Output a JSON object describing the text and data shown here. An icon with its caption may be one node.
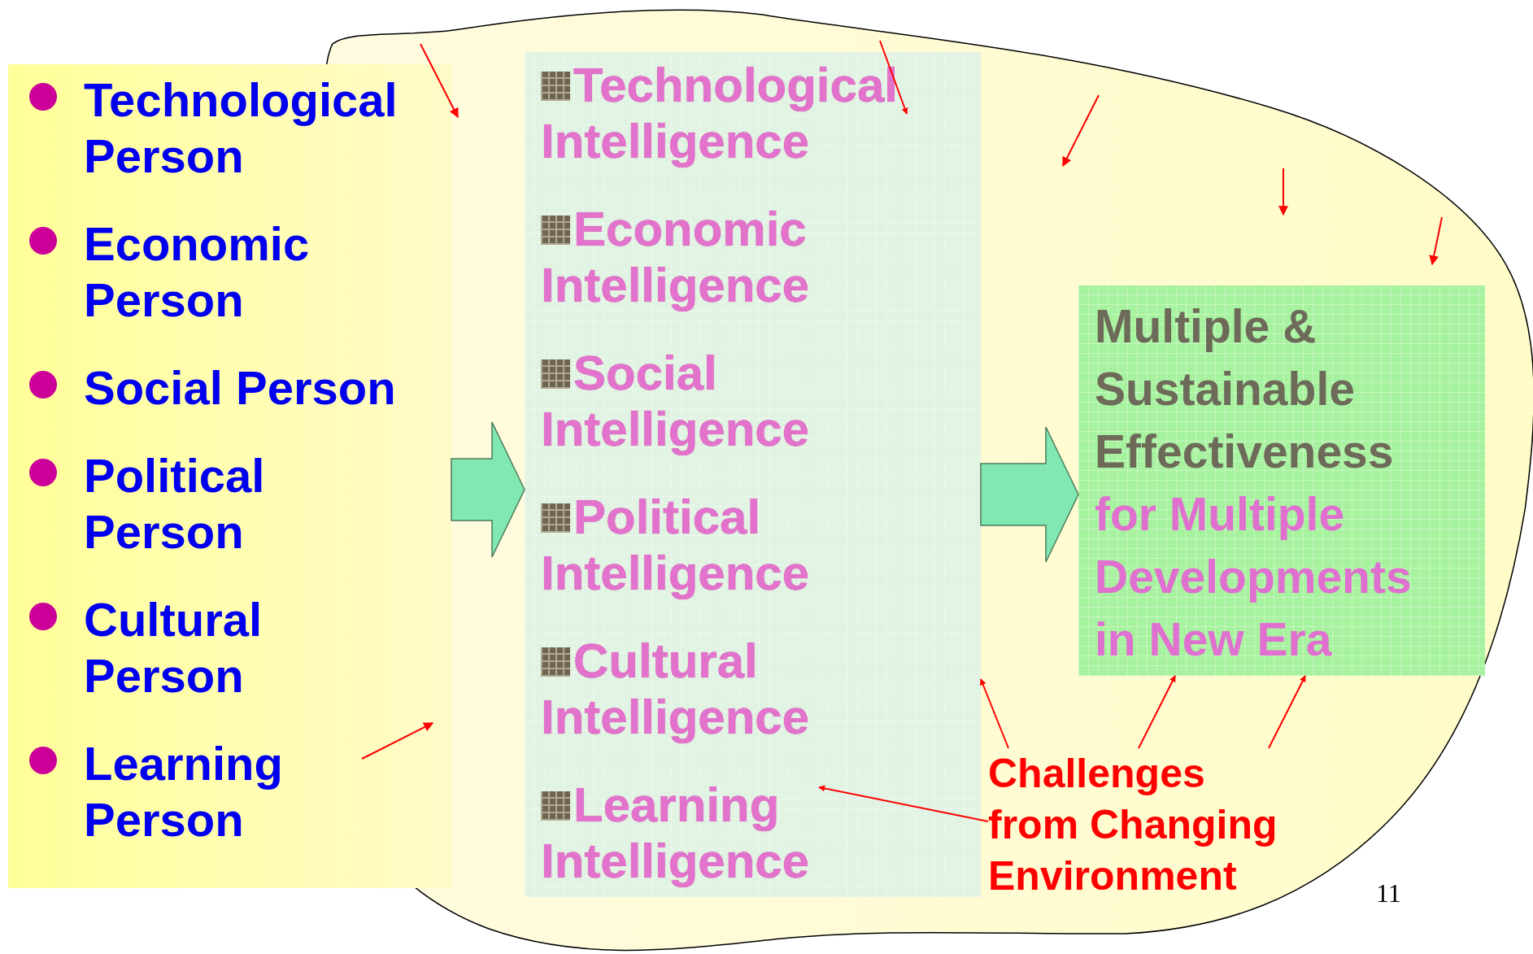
{
  "diagram": {
    "nodes": [
      {
        "text": [
          "Technological Person",
          "Economic Person",
          "Social Person",
          "Political Person",
          "Cultural Person",
          "Learning Person"
        ]
      },
      {
        "text": [],
        "shape": "box"
      },
      {
        "text": [
          "Technological Intelligence"
        ],
        "in": 1
      },
      {
        "text": [
          "Economic Intelligence"
        ],
        "in": 1
      },
      {
        "text": [
          "Social Intelligence"
        ],
        "in": 1
      },
      {
        "text": [
          "Political Intelligence"
        ],
        "in": 1
      },
      {
        "text": [
          "Cultural Intelligence"
        ],
        "in": 1
      },
      {
        "text": [
          "Learning Intelligence"
        ],
        "in": 1
      },
      {
        "text": [
          "Multiple & Sustainable Effectiveness",
          "for Multiple Developments in New Era"
        ]
      },
      {
        "text": [
          "Challenges from Changing Environment"
        ]
      }
    ],
    "edges": [
      {
        "from": 0,
        "to": 1,
        "arrow": "to",
        "style": "thick",
        "color": "#80e8b0"
      },
      {
        "from": 1,
        "to": 8,
        "arrow": "to",
        "style": "thick",
        "color": "#80e8b0"
      },
      {
        "from": 9,
        "to": 1,
        "arrow": "to"
      },
      {
        "from": 9,
        "to": 7,
        "arrow": "to"
      },
      {
        "from": 9,
        "to": 8,
        "arrow": "to"
      },
      {
        "from": 9,
        "to": 8,
        "arrow": "to"
      },
      {
        "from": null,
        "to": 2,
        "arrow": "to"
      }
    ],
    "labels": [
      "11"
    ]
  }
}
